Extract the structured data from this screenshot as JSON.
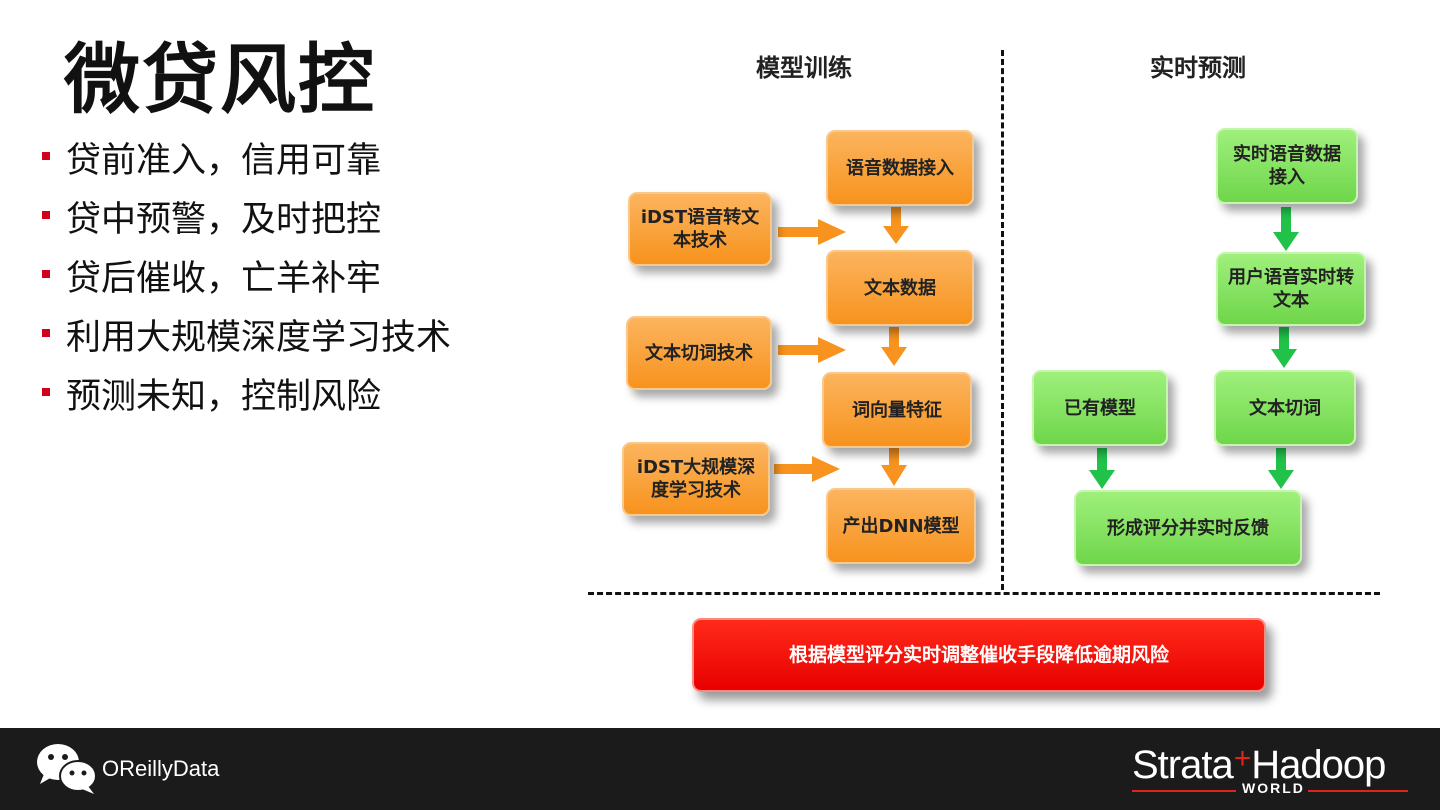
{
  "slide": {
    "title": "微贷风控",
    "bullets": [
      "贷前准入，信用可靠",
      "贷中预警，及时把控",
      "贷后催收，亡羊补牢",
      "利用大规模深度学习技术",
      "预测未知，控制风险"
    ]
  },
  "diagram": {
    "training": {
      "title": "模型训练",
      "main": [
        "语音数据接入",
        "文本数据",
        "词向量特征",
        "产出DNN模型"
      ],
      "side": [
        "iDST语音转文本技术",
        "文本切词技术",
        "iDST大规模深度学习技术"
      ]
    },
    "realtime": {
      "title": "实时预测",
      "steps": [
        "实时语音数据接入",
        "用户语音实时转文本",
        "文本切词"
      ],
      "existing_model": "已有模型",
      "result": "形成评分并实时反馈"
    },
    "bottom": "根据模型评分实时调整催收手段降低逾期风险",
    "colors": {
      "orange": "#f7931e",
      "green": "#6fd64a",
      "red": "#e80000",
      "bullet": "#d0021b"
    }
  },
  "footer": {
    "account": "OReillyData",
    "logo_left": "Strata",
    "logo_plus": "+",
    "logo_right": "Hadoop",
    "logo_sub": "WORLD"
  }
}
